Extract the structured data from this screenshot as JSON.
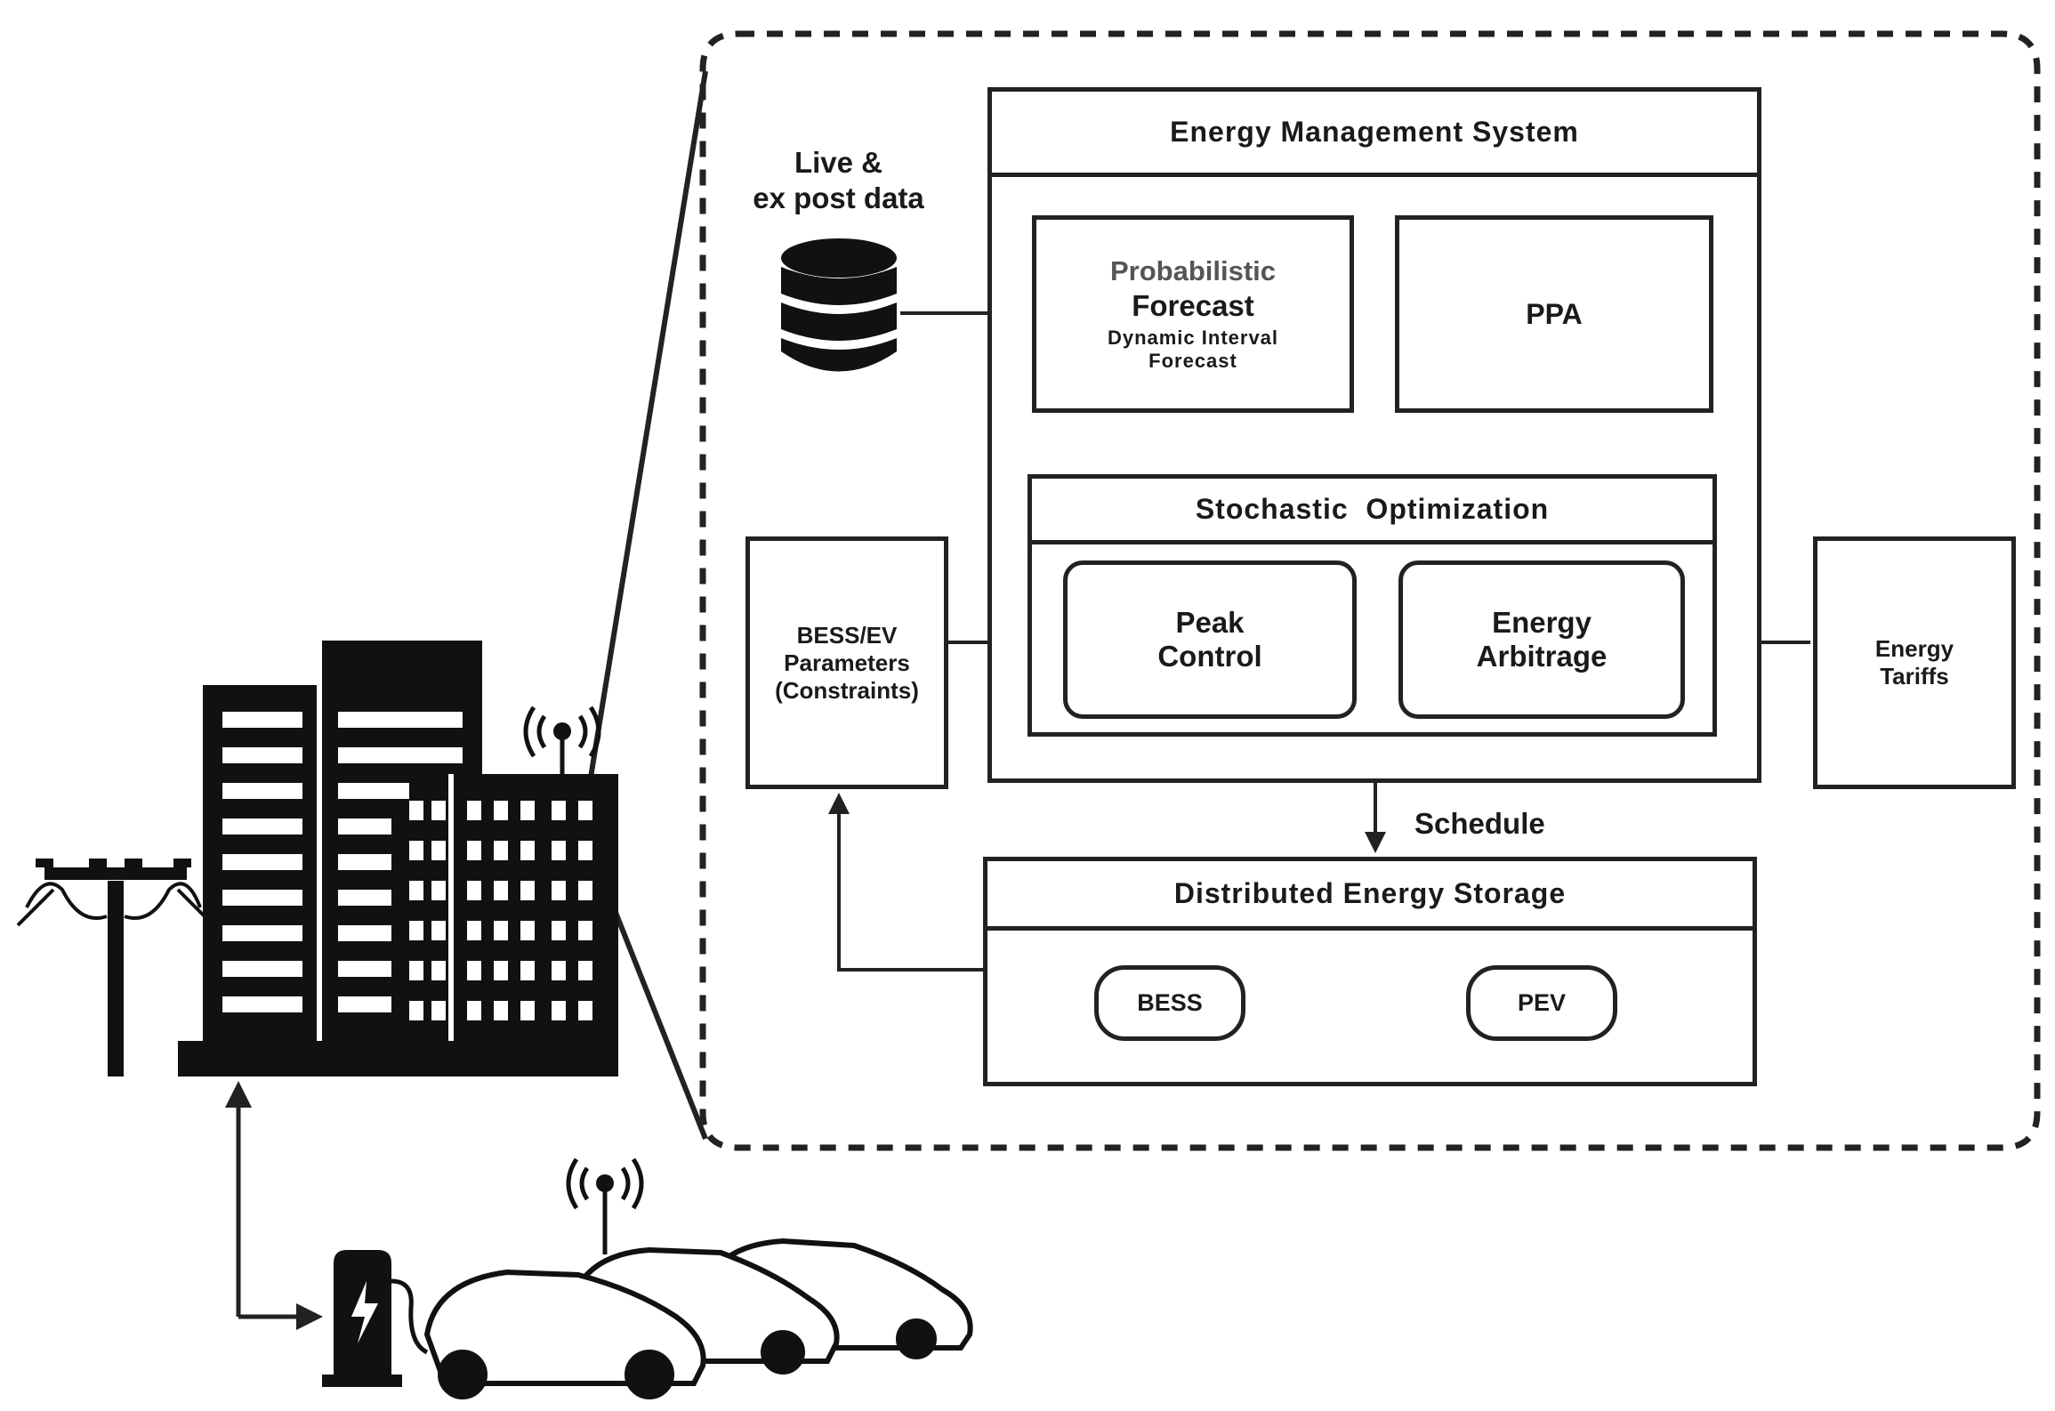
{
  "live_data": {
    "line1": "Live &",
    "line2": "ex post data",
    "icon": "database-icon"
  },
  "ems": {
    "title": "Energy Management System"
  },
  "forecast": {
    "line1": "Probabilistic",
    "line2": "Forecast",
    "sub1": "Dynamic Interval",
    "sub2": "Forecast"
  },
  "ppa": {
    "label": "PPA"
  },
  "stochastic": {
    "title": "Stochastic  Optimization"
  },
  "peak": {
    "line1": "Peak",
    "line2": "Control"
  },
  "arbitrage": {
    "line1": "Energy",
    "line2": "Arbitrage"
  },
  "bess_params": {
    "line1": "BESS/EV",
    "line2": "Parameters",
    "line3": "(Constraints)"
  },
  "tariffs": {
    "line1": "Energy",
    "line2": "Tariffs"
  },
  "schedule": {
    "label": "Schedule"
  },
  "des": {
    "title": "Distributed Energy Storage",
    "bess": "BESS",
    "pev": "PEV"
  },
  "icons": [
    "building-icon",
    "power-pole-icon",
    "antenna-icon",
    "charging-station-icon",
    "electric-car-icon"
  ],
  "colors": {
    "ink": "#1a1a1a",
    "background": "#ffffff"
  }
}
